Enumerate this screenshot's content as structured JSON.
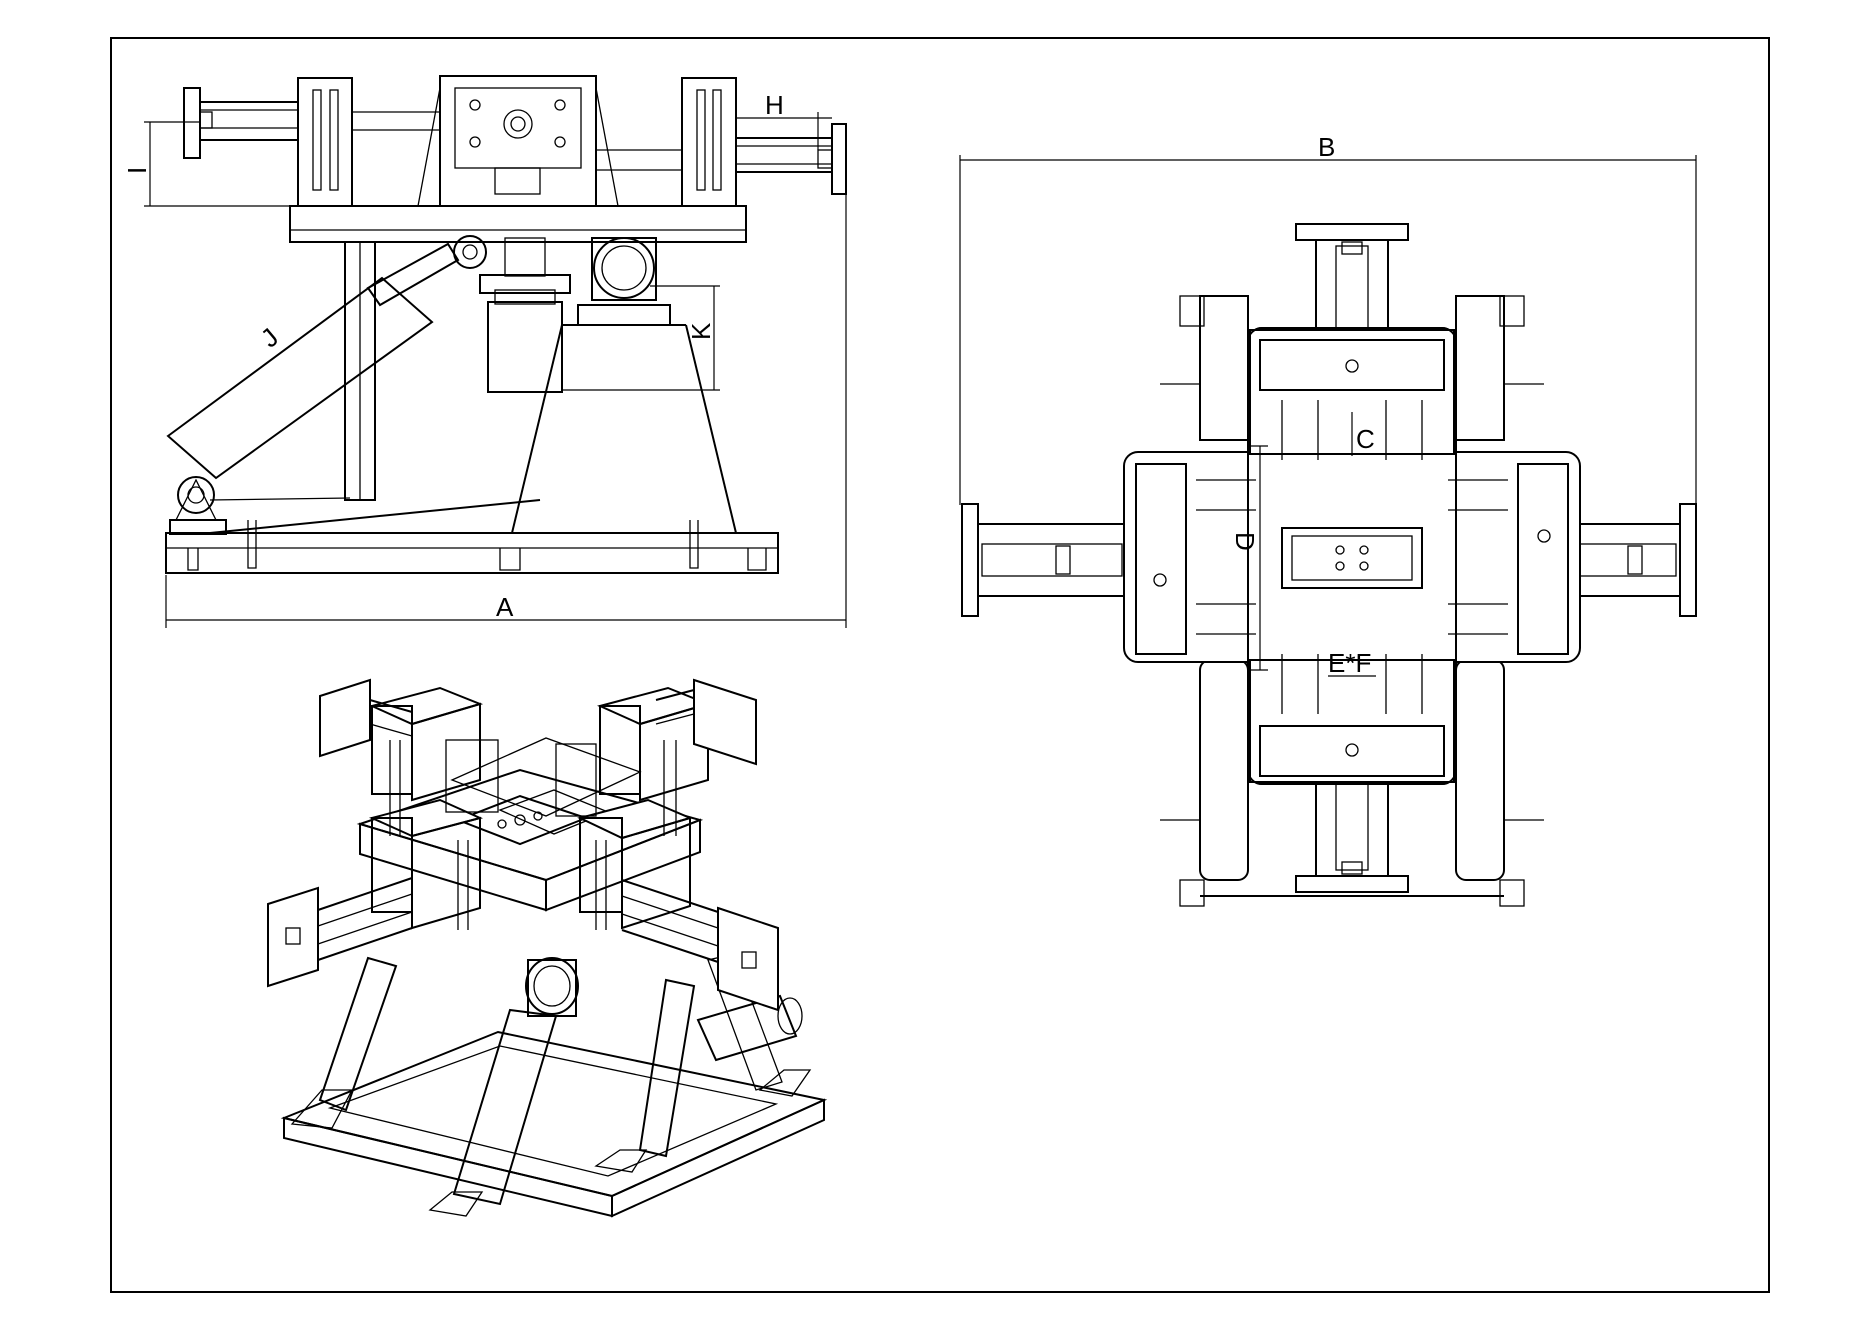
{
  "drawing": {
    "dimension_labels": {
      "A": "A",
      "B": "B",
      "C": "C",
      "D": "D",
      "EF": "E*F",
      "H": "H",
      "I": "I",
      "J": "J",
      "K": "K"
    },
    "views": [
      "side-elevation",
      "isometric",
      "top-plan"
    ]
  }
}
